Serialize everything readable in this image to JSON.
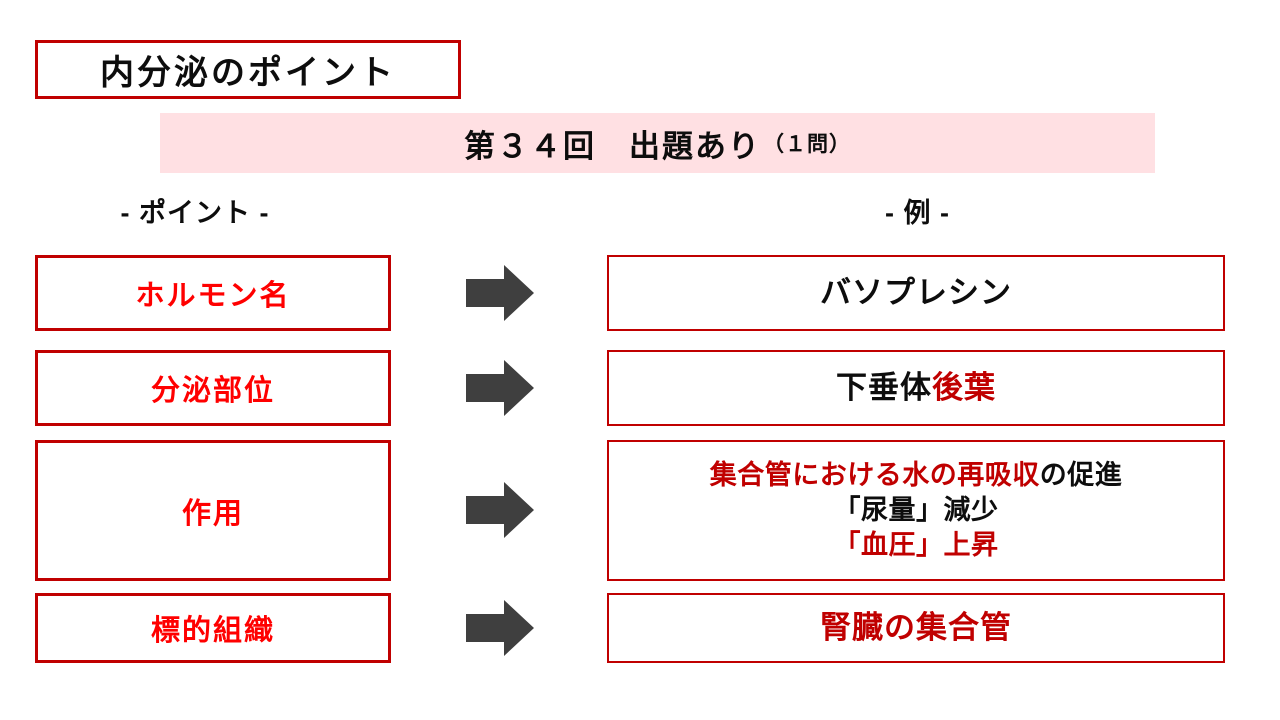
{
  "slide": {
    "title": "内分泌のポイント",
    "banner": {
      "main": "第３４回　出題あり",
      "sub": "（１問）"
    },
    "column_headers": {
      "points": "- ポイント -",
      "example": "- 例 -"
    },
    "rows": [
      {
        "label": "ホルモン名",
        "value": [
          {
            "text": "バソプレシン",
            "emphasis": "black"
          }
        ]
      },
      {
        "label": "分泌部位",
        "value": [
          {
            "text": "下垂体",
            "emphasis": "black"
          },
          {
            "text": "後葉",
            "emphasis": "dark-red"
          }
        ]
      },
      {
        "label": "作用",
        "value_lines": [
          [
            {
              "text": "集合管における水の再吸収",
              "emphasis": "dark-red"
            },
            {
              "text": "の促進",
              "emphasis": "black"
            }
          ],
          [
            {
              "text": "「尿量」減少",
              "emphasis": "black"
            }
          ],
          [
            {
              "text": "「血圧」上昇",
              "emphasis": "dark-red"
            }
          ]
        ]
      },
      {
        "label": "標的組織",
        "value": [
          {
            "text": "腎臓の集合管",
            "emphasis": "dark-red"
          }
        ]
      }
    ],
    "icons": {
      "arrow": "right-block-arrow"
    },
    "colors": {
      "label_red": "#ff0000",
      "dark_red": "#c00000",
      "border_red": "#c00000",
      "banner_pink": "#ffe0e3",
      "arrow_gray": "#3f3f3f",
      "text_black": "#0d0d0d"
    }
  }
}
